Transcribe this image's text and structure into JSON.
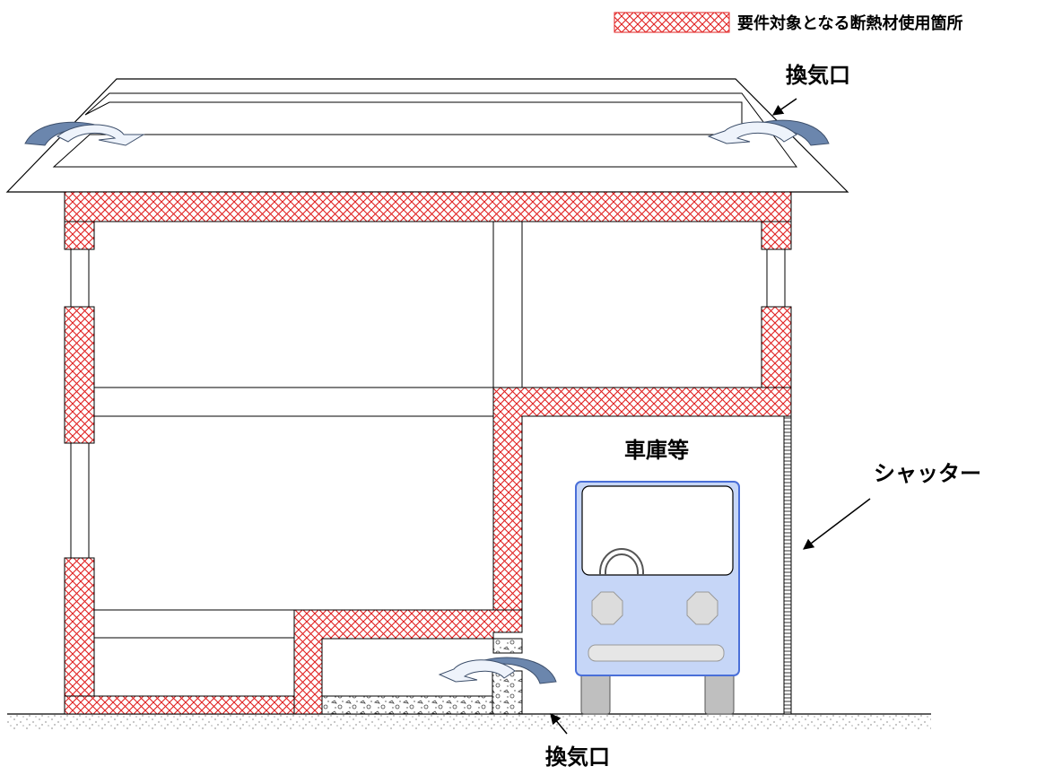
{
  "legend": {
    "label": "要件対象となる断熱材使用箇所"
  },
  "labels": {
    "vent_roof": "換気口",
    "vent_floor": "換気口",
    "garage": "車庫等",
    "shutter": "シャッター"
  },
  "colors": {
    "hatch": "#e02020",
    "vehicle_body": "#c6d6f7",
    "vehicle_outline": "#4a6fd8",
    "airflow_dark": "#6b86ad",
    "airflow_light": "#eef3fb"
  }
}
